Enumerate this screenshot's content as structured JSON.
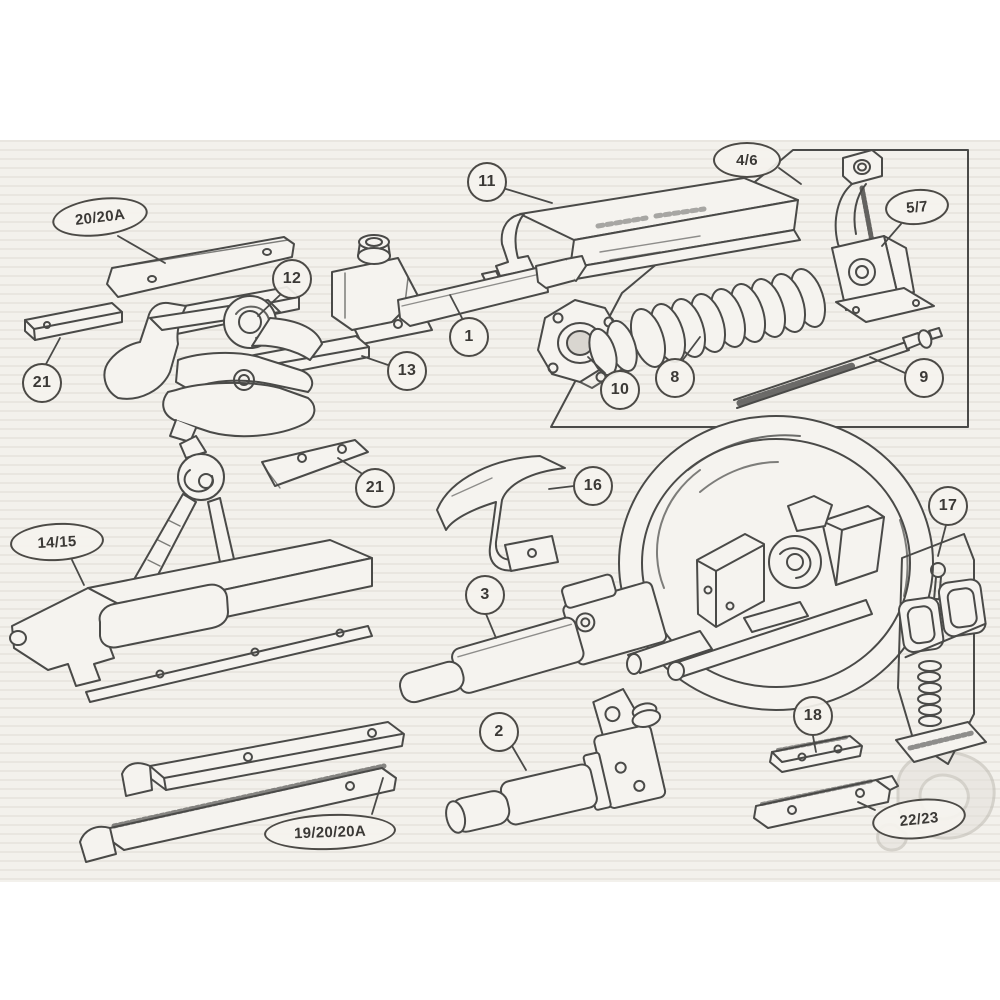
{
  "page": {
    "background_color": "#ffffff",
    "paper_color": "#f3f1ec",
    "ink_color": "#4a4a48",
    "watermark_color": "#dedbd4"
  },
  "diagram": {
    "callouts": [
      {
        "id": "20-20a",
        "label": "20/20A"
      },
      {
        "id": "12",
        "label": "12"
      },
      {
        "id": "21-upper",
        "label": "21"
      },
      {
        "id": "13",
        "label": "13"
      },
      {
        "id": "11",
        "label": "11"
      },
      {
        "id": "1",
        "label": "1"
      },
      {
        "id": "4-6",
        "label": "4/6"
      },
      {
        "id": "5-7",
        "label": "5/7"
      },
      {
        "id": "10",
        "label": "10"
      },
      {
        "id": "8",
        "label": "8"
      },
      {
        "id": "9",
        "label": "9"
      },
      {
        "id": "21-mid",
        "label": "21"
      },
      {
        "id": "16",
        "label": "16"
      },
      {
        "id": "14-15",
        "label": "14/15"
      },
      {
        "id": "3",
        "label": "3"
      },
      {
        "id": "17",
        "label": "17"
      },
      {
        "id": "2",
        "label": "2"
      },
      {
        "id": "18",
        "label": "18"
      },
      {
        "id": "19-20-20a",
        "label": "19/20/20A"
      },
      {
        "id": "22-23",
        "label": "22/23"
      }
    ]
  }
}
